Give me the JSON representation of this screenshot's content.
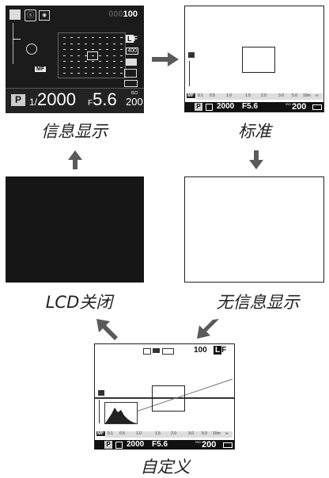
{
  "views": {
    "info_display": {
      "caption": "信息显示",
      "frame_counter": "100",
      "frame_counter_dim": "000",
      "mode": "P",
      "shutter_prefix": "1/",
      "shutter": "2000",
      "aperture_prefix": "F",
      "aperture": "5.6",
      "iso_label": "ISO",
      "iso": "200",
      "focus_mode": "MF",
      "image_size": "F",
      "iso_badge": "400"
    },
    "standard": {
      "caption": "标准",
      "focus_mode": "MF",
      "scale_ticks": [
        "0.1",
        "0.5",
        "1.0",
        "1.5",
        "2.0",
        "3.0",
        "5.0",
        "10m",
        "∞"
      ],
      "mode": "P",
      "shutter": "2000",
      "aperture": "F5.6",
      "iso_label": "ISO",
      "iso": "200"
    },
    "lcd_off": {
      "caption": "LCD关闭"
    },
    "no_info": {
      "caption": "无信息显示"
    },
    "custom": {
      "caption": "自定义",
      "frame_counter": "100",
      "image_size": "F",
      "focus_mode": "MF",
      "scale_ticks": [
        "0.1",
        "0.5",
        "1.0",
        "1.5",
        "2.0",
        "3.0",
        "5.0",
        "10m",
        "∞"
      ],
      "mode": "P",
      "shutter": "2000",
      "aperture": "F5.6",
      "iso_label": "ISO",
      "iso": "200"
    }
  },
  "colors": {
    "arrow": "#5a5a5a",
    "dark_screen": "#1b1b1b",
    "bar": "#111111"
  },
  "icons": [
    "exposure-comp-icon",
    "flash-off-icon",
    "metering-icon",
    "self-timer-icon",
    "battery-icon",
    "film-sim-icon",
    "white-balance-icon",
    "image-quality-icon",
    "af-frame-icon"
  ]
}
